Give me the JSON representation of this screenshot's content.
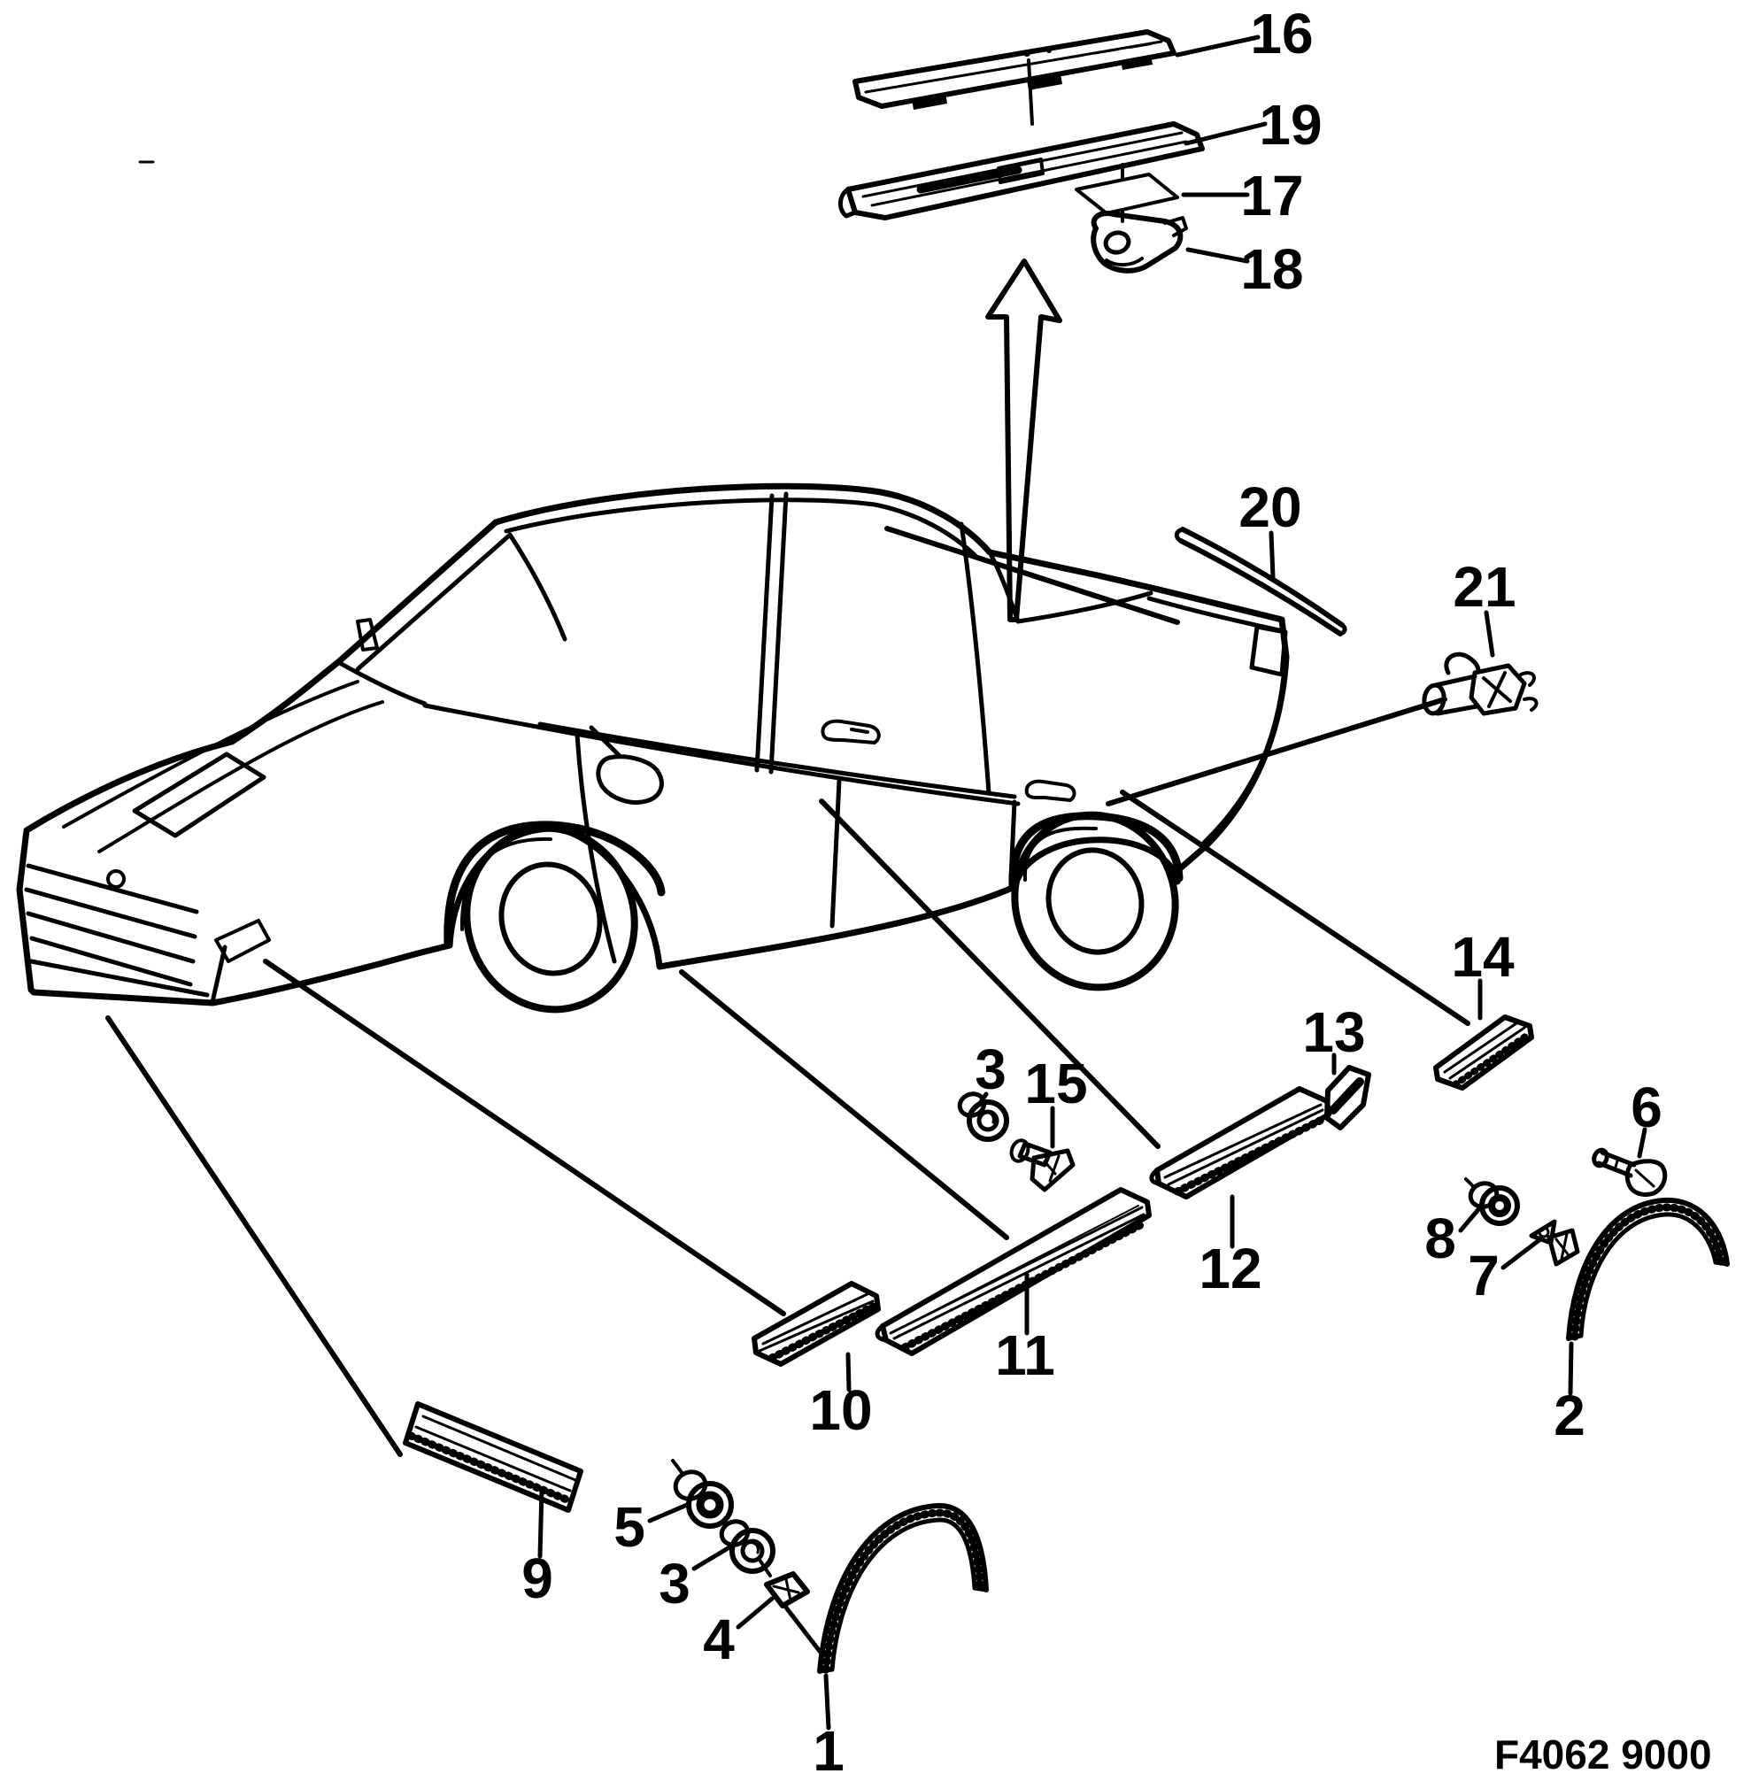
{
  "figure": {
    "code": "F4062 9000",
    "colors": {
      "ink": "#000000",
      "paper": "#ffffff"
    },
    "callouts": [
      {
        "label": "16"
      },
      {
        "label": "19"
      },
      {
        "label": "17"
      },
      {
        "label": "18"
      },
      {
        "label": "20"
      },
      {
        "label": "21"
      },
      {
        "label": "14"
      },
      {
        "label": "13"
      },
      {
        "label": "3"
      },
      {
        "label": "15"
      },
      {
        "label": "6"
      },
      {
        "label": "12"
      },
      {
        "label": "8"
      },
      {
        "label": "7"
      },
      {
        "label": "11"
      },
      {
        "label": "2"
      },
      {
        "label": "10"
      },
      {
        "label": "9"
      },
      {
        "label": "5"
      },
      {
        "label": "3"
      },
      {
        "label": "4"
      },
      {
        "label": "1"
      }
    ]
  }
}
